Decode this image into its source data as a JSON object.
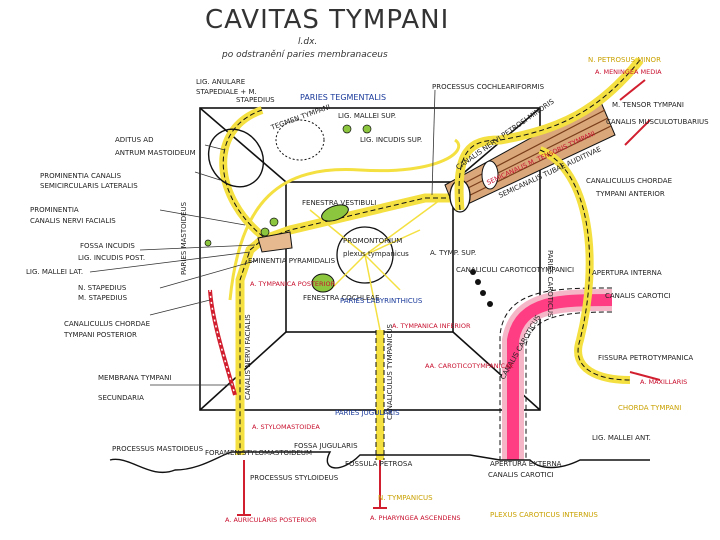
{
  "title": "CAVITAS TYMPANI",
  "subtitle_1": "l.dx.",
  "subtitle_2": "po odstranění paries membranaceus",
  "labels": {
    "paries_tegmentalis": "PARIES TEGMENTALIS",
    "paries_labyrinthicus": "PARIES LABYRINTHICUS",
    "paries_jugularis": "PARIES JUGULARIS",
    "paries_mastoideus": "PARIES MASTOIDEUS",
    "paries_caroticus": "PARIES CAROTICUS",
    "lig_anulare": "LIG. ANULARE",
    "stapediale_mm": "STAPEDIALE + M.",
    "stapedius_top": "STAPEDIUS",
    "tegmen_tympani": "TEGMEN TYMPANI",
    "lig_mallei_sup": "LIG. MALLEI SUP.",
    "lig_incudis_sup": "LIG. INCUDIS SUP.",
    "aditus_ad": "ADITUS AD",
    "antrum_mastoideum": "ANTRUM MASTOIDEUM",
    "prominentia_canalis": "PROMINENTIA CANALIS",
    "semicircularis_lateralis": "SEMICIRCULARIS LATERALIS",
    "prominentia_2": "PROMINENTIA",
    "canalis_nervi_facialis": "CANALIS NERVI FACIALIS",
    "fossa_incudis": "FOSSA INCUDIS",
    "lig_incudis_post": "LIG. INCUDIS POST.",
    "lig_mallei_lat": "LIG. MALLEI LAT.",
    "n_stapedius": "N. STAPEDIUS",
    "m_stapedius": "M. STAPEDIUS",
    "eminentia_pyramidalis": "EMINENTIA PYRAMIDALIS",
    "a_tympanica_posterior": "A. TYMPANICA POSTERIOR",
    "canaliculus_chordae": "CANALICULUS CHORDAE",
    "tympani_posterior": "TYMPANI POSTERIOR",
    "membrana_tympani": "MEMBRANA TYMPANI",
    "secundaria": "SECUNDARIA",
    "processus_mastoideus": "PROCESSUS MASTOIDEUS",
    "fenestra_vestibuli": "FENESTRA VESTIBULI",
    "fenestra_cochleae": "FENESTRA COCHLEAE",
    "promontorium": "PROMONTORIUM",
    "plexus_tympanicus": "plexus tympanicus",
    "a_tymp_sup": "A. TYMP. SUP.",
    "processus_cochleariformis": "PROCESSUS COCHLEARIFORMIS",
    "n_petrosus_minor": "N. PETROSUS MINOR",
    "a_meningea_media": "A. MENINGEA MEDIA",
    "m_tensor_tympani": "M. TENSOR TYMPANI",
    "canalis_musculotubarius": "CANALIS MUSCULOTUBARIUS",
    "canalis_nervi_petrosi_minoris": "CANALIS NERVI PETROSI MINORIS",
    "semicanalis_m_tensoris": "SEMICANALIS M. TENSORIS TYMPANI",
    "semicanalis_tubae": "SEMICANALIS TUBAE AUDITIVAE",
    "canaliculus_chordae_ant": "CANALICULUS CHORDAE",
    "tympani_anterior": "TYMPANI ANTERIOR",
    "canaliculi_caroticotympanici": "CANALICULI CAROTICOTYMPANICI",
    "apertura_interna": "APERTURA INTERNA",
    "canalis_carotici": "CANALIS CAROTICI",
    "fissura_petrotympanica": "FISSURA PETROTYMPANICA",
    "a_maxillaris": "A. MAXILLARIS",
    "chorda_tympani": "CHORDA TYMPANI",
    "lig_mallei_ant": "LIG. MALLEI ANT.",
    "a_tympanica_inferior": "A. TYMPANICA INFERIOR",
    "aa_caroticotympanicae": "AA. CAROTICOTYMPANICAE",
    "a_stylomastoidea": "A. STYLOMASTOIDEA",
    "foramen_stylomastoideum": "FORAMEN STYLOMASTOIDEUM",
    "processus_styloideus": "PROCESSUS STYLOIDEUS",
    "fossa_jugularis": "FOSSA JUGULARIS",
    "fossula_petrosa": "FOSSULA PETROSA",
    "apertura_externa": "APERTURA EXTERNA",
    "canalis_carotici_2": "CANALIS CAROTICI",
    "a_auricularis_posterior": "A. AURICULARIS POSTERIOR",
    "a_pharyngea_ascendens": "A. PHARYNGEA ASCENDENS",
    "n_tympanicus": "N. TYMPANICUS",
    "plexus_caroticus_internus": "PLEXUS CAROTICUS INTERNUS",
    "canalis_caroticus": "CANALIS CAROTICUS",
    "canaliculus_tympanicus": "CANALICULUS TYMPANICUS",
    "canalis_nervi_facialis_vert": "CANALIS NERVI FACIALIS"
  }
}
